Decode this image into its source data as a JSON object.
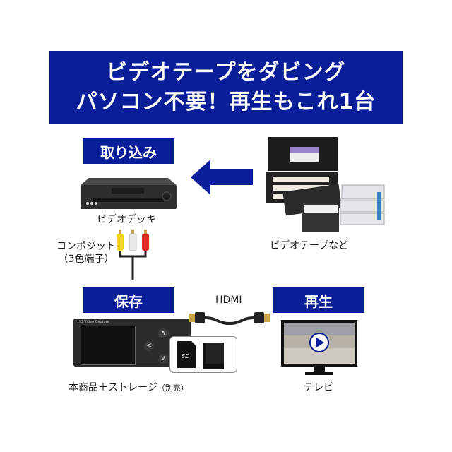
{
  "banner": {
    "line1": "ビデオテープをダビング",
    "line2": "パソコン不要！再生もこれ1台"
  },
  "sections": {
    "import": {
      "label": "取り込み",
      "device_caption": "ビデオデッキ",
      "cable_caption_line1": "コンポジット",
      "cable_caption_line2": "（3色端子）"
    },
    "source": {
      "caption": "ビデオテープなど"
    },
    "save": {
      "label": "保存",
      "caption_main": "本商品＋ストレージ",
      "caption_note": "（別売）",
      "device_brand": "HD Video Capture"
    },
    "cable": {
      "label": "HDMI"
    },
    "playback": {
      "label": "再生",
      "caption": "テレビ"
    }
  },
  "colors": {
    "brand_blue": "#0a1e9a",
    "rca_yellow": "#f2d21a",
    "rca_white": "#eeeeee",
    "rca_red": "#d9301e"
  },
  "icons": {
    "arrow": "arrow-left-icon",
    "play": "play-icon",
    "sd_card": "sd-card-icon",
    "hdd": "hard-drive-icon"
  }
}
